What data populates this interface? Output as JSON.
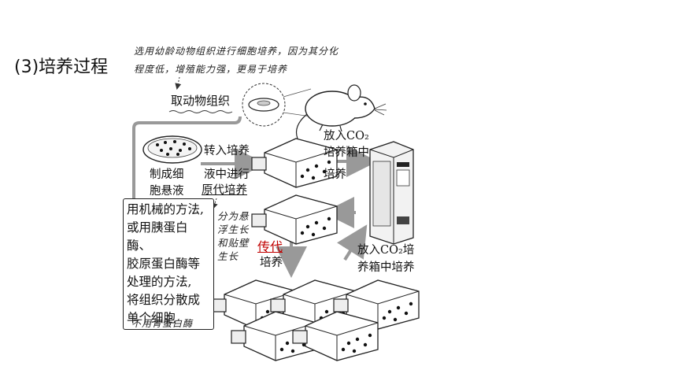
{
  "heading": "(3)培养过程",
  "annotation_top": [
    "选用幼龄动物组织进行细胞培养，因为其分化",
    "程度低，增殖能力强，更易于培养"
  ],
  "take_tissue": "取动物组织",
  "make_suspension": [
    "制成细",
    "胞悬液"
  ],
  "transfer": [
    "转入培养",
    "液中进行",
    "原代培养"
  ],
  "incubator1": [
    "放入CO₂",
    "培养箱中",
    "培养"
  ],
  "mechanical_box": [
    "用机械的方法,",
    "或用胰蛋白酶、",
    "胶原蛋白酶等",
    "处理的方法,",
    "将组织分散成",
    "单个细胞"
  ],
  "growth_note": [
    "分为悬",
    "浮生长",
    "和贴壁",
    "生长"
  ],
  "passage": "传代",
  "passage_sub": "培养",
  "incubator2": [
    "放入CO₂培",
    "养箱中培养"
  ],
  "no_pepsin": "不用胃蛋白酶",
  "colors": {
    "passage_red": "#c00000",
    "line": "#222222",
    "arrow_gray": "#999999"
  }
}
